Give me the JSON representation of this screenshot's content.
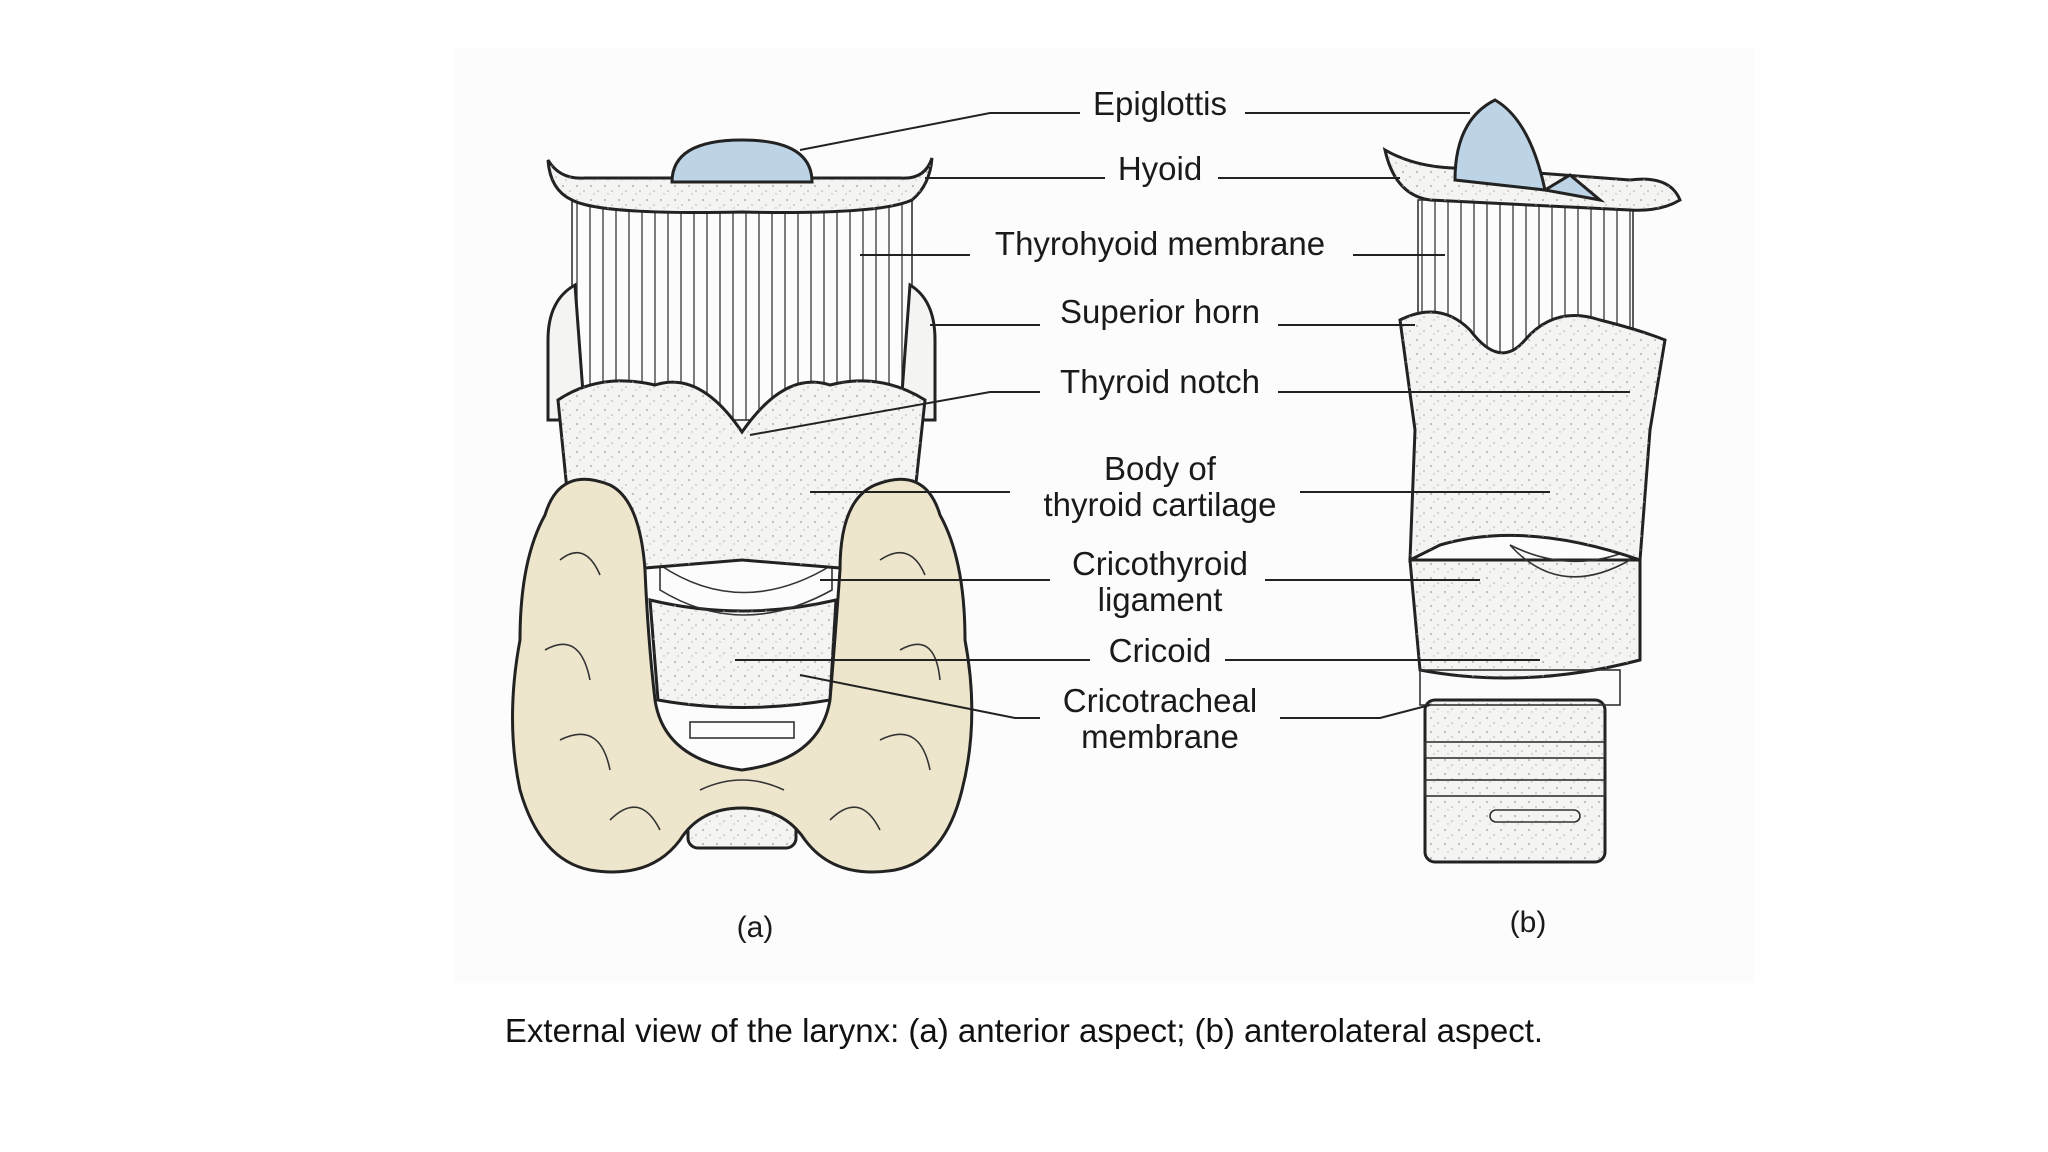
{
  "labels": {
    "epiglottis": "Epiglottis",
    "hyoid": "Hyoid",
    "thyrohyoid_membrane": "Thyrohyoid membrane",
    "superior_horn": "Superior horn",
    "thyroid_notch": "Thyroid notch",
    "body_of_thyroid_cartilage": [
      "Body of",
      "thyroid cartilage"
    ],
    "cricothyroid_ligament": [
      "Cricothyroid",
      "ligament"
    ],
    "cricoid": "Cricoid",
    "cricotracheal_membrane": [
      "Cricotracheal",
      "membrane"
    ]
  },
  "panels": {
    "a": "(a)",
    "b": "(b)"
  },
  "caption": "External view of the larynx: (a) anterior aspect; (b) anterolateral aspect.",
  "colors": {
    "cartilage": "#f4f4f2",
    "epiglottis": "#bcd4e6",
    "thyroid_gland": "#ede6cc",
    "outline": "#222222"
  }
}
